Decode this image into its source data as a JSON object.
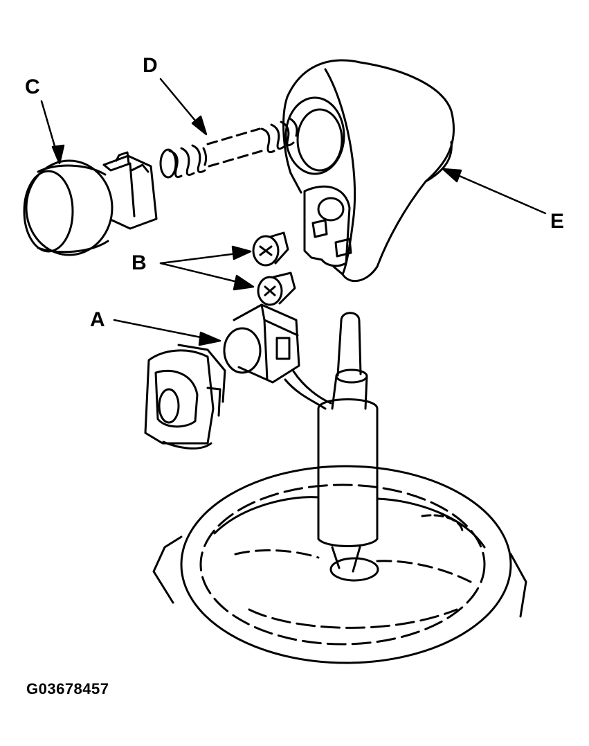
{
  "diagram": {
    "callouts": {
      "a": "A",
      "b": "B",
      "c": "C",
      "d": "D",
      "e": "E"
    },
    "figure_id": "G03678457",
    "colors": {
      "ink": "#000000",
      "paper": "#ffffff"
    }
  }
}
